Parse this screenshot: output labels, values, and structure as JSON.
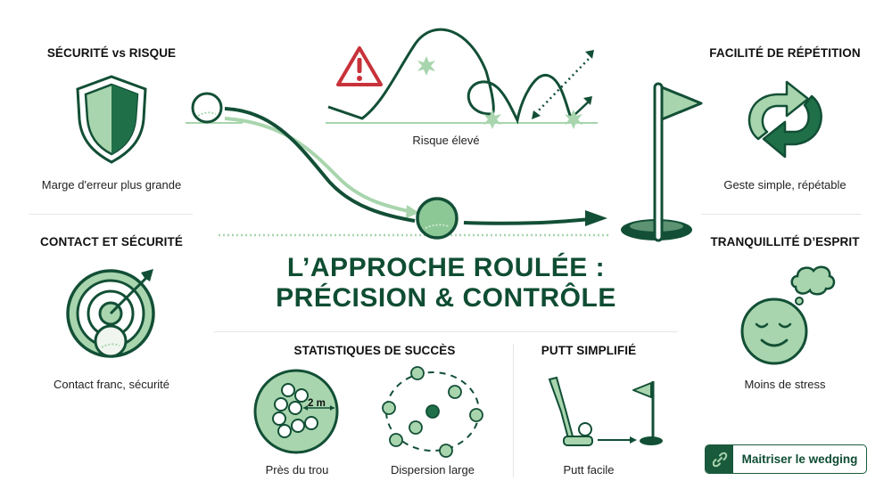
{
  "title": {
    "line1": "L’APPROCHE ROULÉE :",
    "line2": "PRÉCISION & CONTRÔLE"
  },
  "left_panels": [
    {
      "heading": "SÉCURITÉ vs RISQUE",
      "caption": "Marge d'erreur plus grande",
      "icon": "shield-icon"
    },
    {
      "heading": "CONTACT ET SÉCURITÉ",
      "caption": "Contact franc, sécurité",
      "icon": "target-icon"
    }
  ],
  "right_panels": [
    {
      "heading": "FACILITÉ DE RÉPÉTITION",
      "caption": "Geste simple, répétable",
      "icon": "repeat-arrows-icon"
    },
    {
      "heading": "TRANQUILLITÉ D’ESPRIT",
      "caption": "Moins de stress",
      "icon": "calm-face-icon"
    }
  ],
  "center_diagram": {
    "risk_label": "Risque élevé",
    "icons": [
      "warning-icon",
      "golf-ball-icon",
      "flag-hole-icon"
    ]
  },
  "stats": {
    "heading": "STATISTIQUES DE SUCCÈS",
    "near_hole_caption": "Près du trou",
    "near_hole_radius_label": "2 m",
    "dispersion_caption": "Dispersion large"
  },
  "putt": {
    "heading": "PUTT SIMPLIFIÉ",
    "caption": "Putt facile"
  },
  "cta": {
    "label": "Maitriser le wedging",
    "icon": "link-icon"
  },
  "colors": {
    "dark_green": "#124f36",
    "mid_green": "#2a7a50",
    "light_green": "#a8d5ad",
    "pale_green": "#cfe9cf",
    "warning_red": "#c8323a"
  }
}
